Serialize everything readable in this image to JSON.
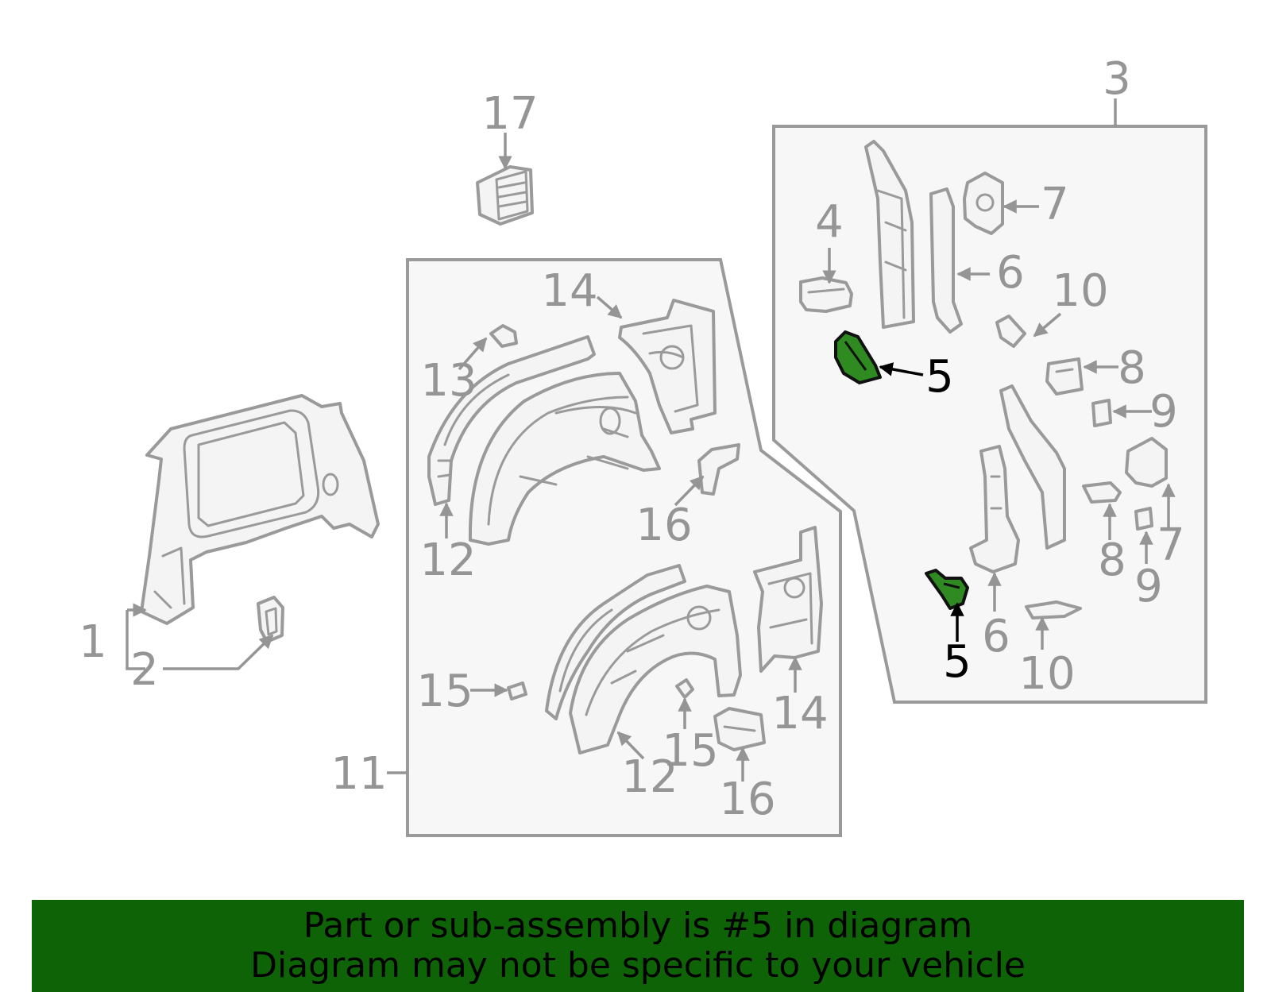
{
  "callouts": {
    "c1": "1",
    "c2": "2",
    "c3": "3",
    "c4": "4",
    "c5a": "5",
    "c5b": "5",
    "c6a": "6",
    "c6b": "6",
    "c7a": "7",
    "c7b": "7",
    "c8a": "8",
    "c8b": "8",
    "c9a": "9",
    "c9b": "9",
    "c10a": "10",
    "c10b": "10",
    "c11": "11",
    "c12a": "12",
    "c12b": "12",
    "c13": "13",
    "c14a": "14",
    "c14b": "14",
    "c15a": "15",
    "c15b": "15",
    "c16a": "16",
    "c16b": "16",
    "c17": "17"
  },
  "highlighted_part": "5",
  "colors": {
    "highlight_part": "#2f8a22",
    "banner_background": "#0f6307",
    "callout_text": "#959595",
    "line_art": "#9a9a9a"
  },
  "banner": {
    "line1": "Part or sub-assembly is #5 in diagram",
    "line2": "Diagram may not be specific to your vehicle"
  }
}
